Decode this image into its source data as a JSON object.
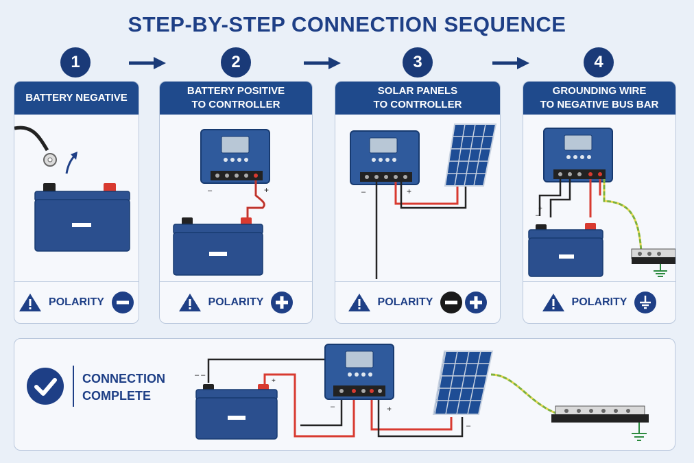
{
  "title": "STEP-BY-STEP CONNECTION SEQUENCE",
  "steps": [
    {
      "number": "1",
      "title": "BATTERY NEGATIVE",
      "footer": "POLARITY",
      "polarity_icons": [
        "minus-icon"
      ]
    },
    {
      "number": "2",
      "title": "BATTERY POSITIVE\nTO CONTROLLER",
      "footer": "POLARITY",
      "polarity_icons": [
        "plus-icon"
      ]
    },
    {
      "number": "3",
      "title": "SOLAR PANELS\nTO CONTROLLER",
      "footer": "POLARITY",
      "polarity_icons": [
        "minus-icon",
        "plus-icon"
      ]
    },
    {
      "number": "4",
      "title": "GROUNDING WIRE\nTO NEGATIVE BUS BAR",
      "footer": "POLARITY",
      "polarity_icons": [
        "ground-icon"
      ]
    }
  ],
  "summary": {
    "label": "CONNECTION\nCOMPLETE",
    "icon": "check-icon"
  },
  "terminal_labels": {
    "minus": "–",
    "plus": "+"
  },
  "colors": {
    "navy": "#1e3f86",
    "header": "#1f4a8c",
    "battery": "#2b4f8e",
    "wire_red": "#d83a30",
    "wire_black": "#222222",
    "ground_wire": "#7fb23a"
  }
}
